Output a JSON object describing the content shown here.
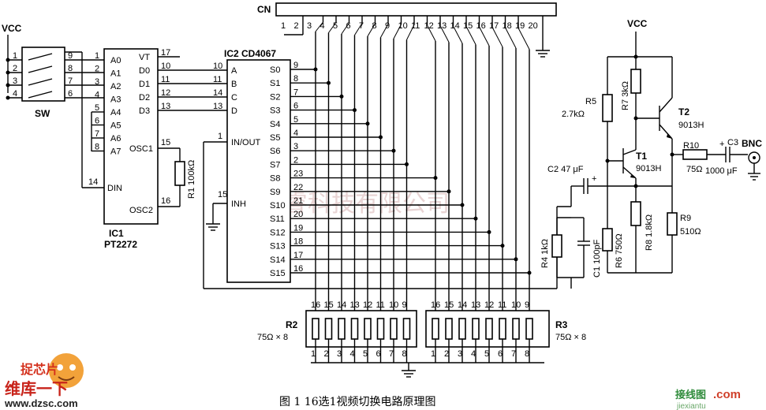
{
  "connector": {
    "label": "CN",
    "pins": [
      "1",
      "2",
      "3",
      "4",
      "5",
      "6",
      "7",
      "8",
      "9",
      "10",
      "11",
      "12",
      "13",
      "14",
      "15",
      "16",
      "17",
      "18",
      "19",
      "20"
    ]
  },
  "vcc_label": "VCC",
  "sw": {
    "label": "SW",
    "left_pins": [
      "1",
      "2",
      "3",
      "4"
    ],
    "right_pins": [
      "9",
      "8",
      "7",
      "6"
    ]
  },
  "ic1": {
    "name": "IC1",
    "part": "PT2272",
    "left_labels": [
      "A0",
      "A1",
      "A2",
      "A3",
      "A4",
      "A5",
      "A6",
      "A7"
    ],
    "left_pins": [
      "1",
      "2",
      "3",
      "4",
      "5",
      "6",
      "7",
      "8"
    ],
    "din_label": "DIN",
    "din_pin": "14",
    "right_labels": [
      "VT",
      "D0",
      "D1",
      "D2",
      "D3"
    ],
    "right_pins": [
      "17",
      "10",
      "11",
      "12",
      "13"
    ],
    "osc1_label": "OSC1",
    "osc1_pin": "15",
    "osc2_label": "OSC2",
    "osc2_pin": "16"
  },
  "r1_label": "R1 100kΩ",
  "ic2": {
    "name": "IC2 CD4067",
    "left_labels": [
      "A",
      "B",
      "C",
      "D"
    ],
    "left_pins": [
      "10",
      "11",
      "14",
      "13"
    ],
    "inout_label": "IN/OUT",
    "inout_pin": "1",
    "inh_label": "INH",
    "inh_pin": "15",
    "s_labels": [
      "S0",
      "S1",
      "S2",
      "S3",
      "S4",
      "S5",
      "S6",
      "S7",
      "S8",
      "S9",
      "S10",
      "S11",
      "S12",
      "S13",
      "S14",
      "S15"
    ],
    "s_pins": [
      "9",
      "8",
      "7",
      "6",
      "5",
      "4",
      "3",
      "2",
      "23",
      "22",
      "21",
      "20",
      "19",
      "18",
      "17",
      "16"
    ]
  },
  "r2": {
    "label": "R2",
    "value": "75Ω × 8",
    "top_pins": [
      "16",
      "15",
      "14",
      "13",
      "12",
      "11",
      "10",
      "9"
    ],
    "bottom_pins": [
      "1",
      "2",
      "3",
      "4",
      "5",
      "6",
      "7",
      "8"
    ]
  },
  "r3": {
    "label": "R3",
    "value": "75Ω × 8",
    "top_pins": [
      "16",
      "15",
      "14",
      "13",
      "12",
      "11",
      "10",
      "9"
    ],
    "bottom_pins": [
      "1",
      "2",
      "3",
      "4",
      "5",
      "6",
      "7",
      "8"
    ]
  },
  "parts": {
    "c2": "C2  47 μF",
    "c2_plus": "+",
    "r5_name": "R5",
    "r5_val": "2.7kΩ",
    "r7": "R7  3kΩ",
    "t1_name": "T1",
    "t1_part": "9013H",
    "t2_name": "T2",
    "t2_part": "9013H",
    "r10": "R10",
    "r10_val": "75Ω",
    "c3": "C3",
    "c3_val": "1000 μF",
    "c3_plus": "+",
    "bnc": "BNC",
    "r4": "R4  1kΩ",
    "c1": "C1  100pF",
    "r6": "R6  750Ω",
    "r8": "R8  1.8kΩ",
    "r9_name": "R9",
    "r9_val": "510Ω"
  },
  "watermark": "杭州睿科技有限公司",
  "caption": "图 1  16选1视频切换电路原理图",
  "logo_left": {
    "brand": "维库一下",
    "site": "www.dzsc.com",
    "badge": "捉芯片"
  },
  "logo_right": {
    "brand": "接线图",
    "domain_suffix": ".com",
    "site": "jiexiantu"
  }
}
